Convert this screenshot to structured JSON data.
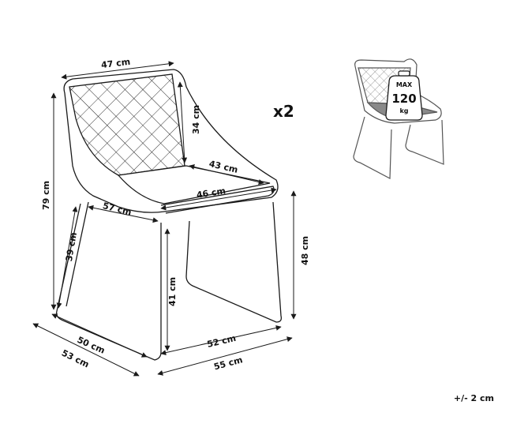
{
  "dimensions": {
    "seat_back_width": "47 cm",
    "backrest_height": "34 cm",
    "seat_back_inner_width": "43 cm",
    "seat_front_width": "46 cm",
    "total_height": "79 cm",
    "seat_depth": "57 cm",
    "seat_height_rear": "39 cm",
    "seat_height_front": "41 cm",
    "leg_height": "48 cm",
    "base_depth": "50 cm",
    "total_depth": "53 cm",
    "base_width": "52 cm",
    "total_width": "55 cm"
  },
  "quantity": "x2",
  "load_badge": {
    "max_label": "MAX",
    "value": "120",
    "unit": "kg"
  },
  "tolerance": "+/- 2 cm",
  "colors": {
    "line": "#1a1a1a",
    "thumbnail_line": "#555555",
    "thumbnail_seat": "#8a8a8a",
    "background": "#ffffff"
  }
}
